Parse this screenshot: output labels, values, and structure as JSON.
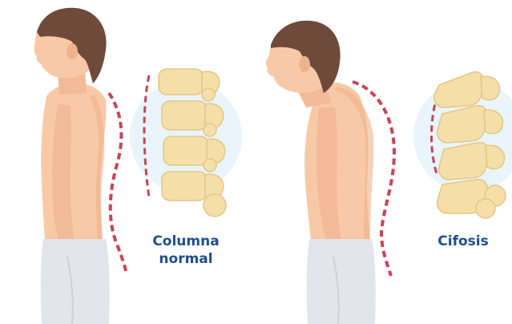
{
  "panels": {
    "normal": {
      "label_line1": "Columna",
      "label_line2": "normal"
    },
    "kyphosis": {
      "label": "Cifosis"
    }
  },
  "colors": {
    "skin": "#f8c9a6",
    "skin_shadow": "#eeb28c",
    "hair": "#6e4a3b",
    "pants": "#e4e5ea",
    "spine_line": "#c84456",
    "vertebra": "#f4dfa8",
    "vertebra_outline": "#e2c685",
    "halo": "#e9f5fb",
    "label": "#1d4e8f"
  },
  "icons": [
    "person-normal-posture-icon",
    "person-kyphosis-posture-icon",
    "vertebrae-normal-icon",
    "vertebrae-kyphosis-icon"
  ]
}
